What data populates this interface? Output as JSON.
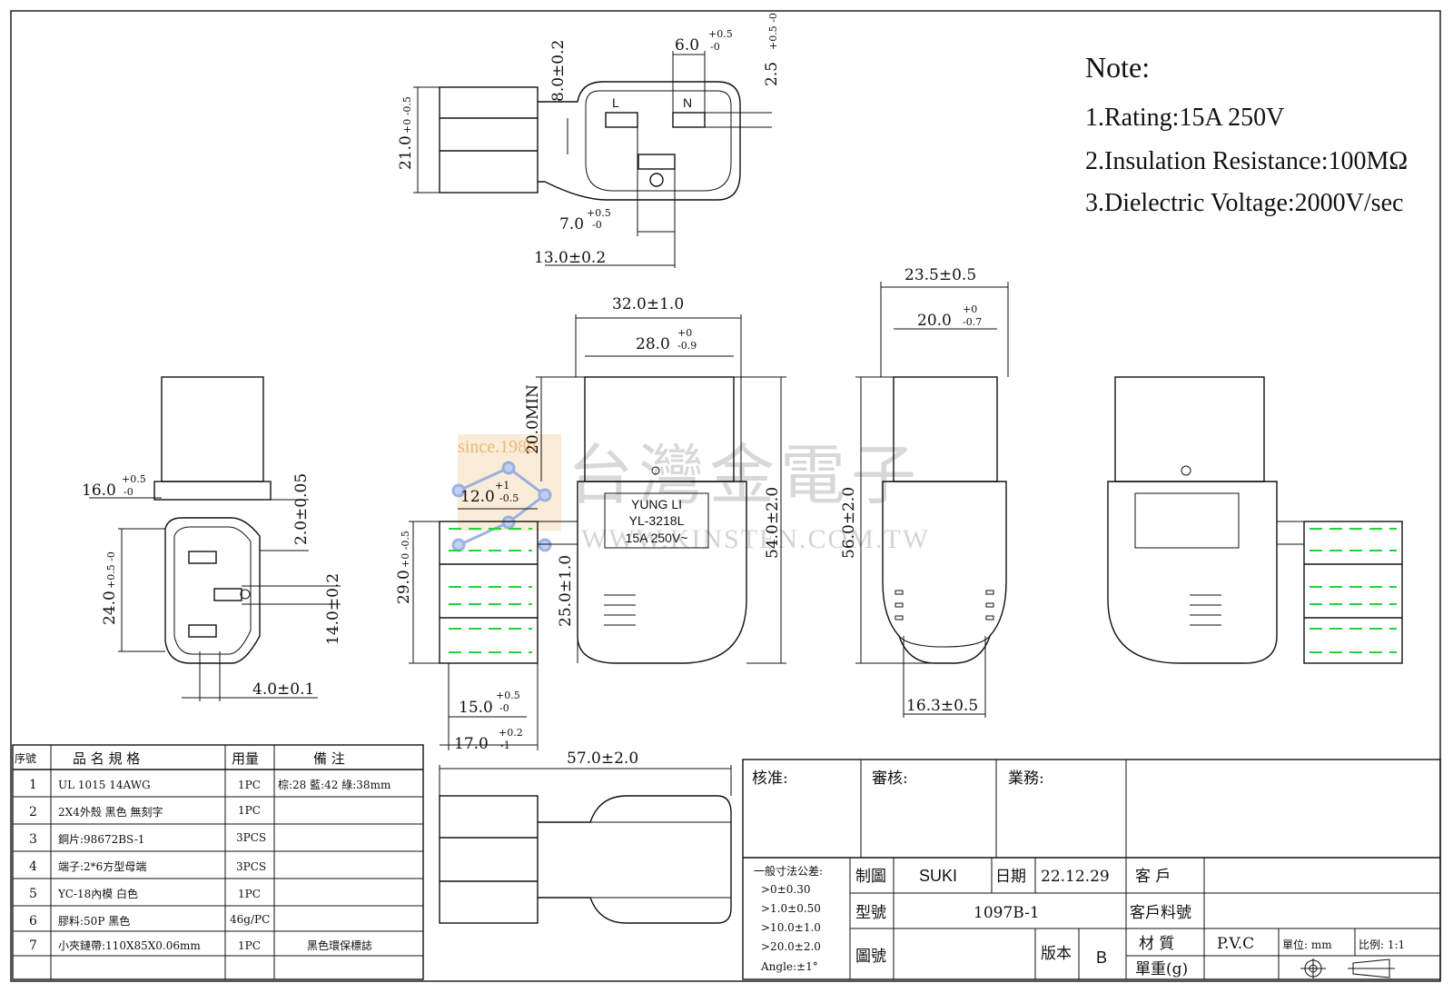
{
  "notes": {
    "heading": "Note:",
    "items": [
      "1.Rating:15A 250V",
      "2.Insulation Resistance:100MΩ",
      "3.Dielectric Voltage:2000V/sec"
    ]
  },
  "watermark": {
    "company": "台灣金電子",
    "url": "WWW.KINSTEN.COM.TW",
    "since": "since.1980"
  },
  "product_label": {
    "line1": "YUNG LI",
    "line2": "YL-3218L",
    "line3": "15A 250V~"
  },
  "top_view": {
    "d_8": "8.0±0.2",
    "d_6_main": "6.0",
    "d_6_tol_up": "+0.5",
    "d_6_tol_dn": "-0",
    "d_25_main": "2.5",
    "d_25_tol": "+0.5 -0",
    "d_21_main": "21.0",
    "d_21_tol": "+0 -0.5",
    "d_7_main": "7.0",
    "d_7_tol_up": "+0.5",
    "d_7_tol_dn": "-0",
    "d_13": "13.0±0.2",
    "pin_L": "L",
    "pin_N": "N"
  },
  "left_view": {
    "d_16_main": "16.0",
    "d_16_tol_up": "+0.5",
    "d_16_tol_dn": "-0",
    "d_2": "2.0±0.05",
    "d_24_main": "24.0",
    "d_24_tol": "+0.5 -0",
    "d_14": "14.0±0.2",
    "d_4": "4.0±0.1"
  },
  "front_view": {
    "d_32": "32.0±1.0",
    "d_28_main": "28.0",
    "d_28_tol_up": "+0",
    "d_28_tol_dn": "-0.9",
    "d_20min": "20.0MIN",
    "d_12_main": "12.0",
    "d_12_tol_up": "+1",
    "d_12_tol_dn": "-0.5",
    "d_29_main": "29.0",
    "d_29_tol": "+0 -0.5",
    "d_25": "25.0±1.0",
    "d_54": "54.0±2.0",
    "d_15_main": "15.0",
    "d_15_tol_up": "+0.5",
    "d_15_tol_dn": "-0",
    "d_17_main": "17.0",
    "d_17_tol_up": "+0.2",
    "d_17_tol_dn": "-1"
  },
  "side_view": {
    "d_235": "23.5±0.5",
    "d_20_main": "20.0",
    "d_20_tol_up": "+0",
    "d_20_tol_dn": "-0.7",
    "d_56": "56.0±2.0",
    "d_163": "16.3±0.5"
  },
  "bottom_view": {
    "d_57": "57.0±2.0"
  },
  "bom": {
    "headers": [
      "序號",
      "品 名 規 格",
      "用量",
      "備 注"
    ],
    "rows": [
      [
        "1",
        "UL 1015 14AWG",
        "1PC",
        "棕:28 藍:42 綠:38mm"
      ],
      [
        "2",
        "2X4外殼 黑色 無刻字",
        "1PC",
        ""
      ],
      [
        "3",
        "銅片:98672BS-1",
        "3PCS",
        ""
      ],
      [
        "4",
        "端子:2*6方型母端",
        "3PCS",
        ""
      ],
      [
        "5",
        "YC-18內模 白色",
        "1PC",
        ""
      ],
      [
        "6",
        "膠料:50P 黑色",
        "46g/PC",
        ""
      ],
      [
        "7",
        "小夾鏈帶:110X85X0.06mm",
        "1PC",
        "黑色環保標誌"
      ]
    ]
  },
  "title_block": {
    "approve": "核准:",
    "review": "審核:",
    "business": "業務:",
    "tol_title": "一般寸法公差:",
    "tol_lines": [
      ">0±0.30",
      ">1.0±0.50",
      ">10.0±1.0",
      ">20.0±2.0",
      "Angle:±1°"
    ],
    "drawn_label": "制圖",
    "drawn_value": "SUKI",
    "date_label": "日期",
    "date_value": "22.12.29",
    "customer_label": "客 戶",
    "model_label": "型號",
    "model_value": "1097B-1",
    "cust_part_label": "客戶料號",
    "drawing_no_label": "圖號",
    "version_label": "版本",
    "version_value": "B",
    "material_label": "材 質",
    "material_value": "P.V.C",
    "unit_label": "單位: mm",
    "scale_label": "比例: 1:1",
    "weight_label": "單重(g)"
  }
}
